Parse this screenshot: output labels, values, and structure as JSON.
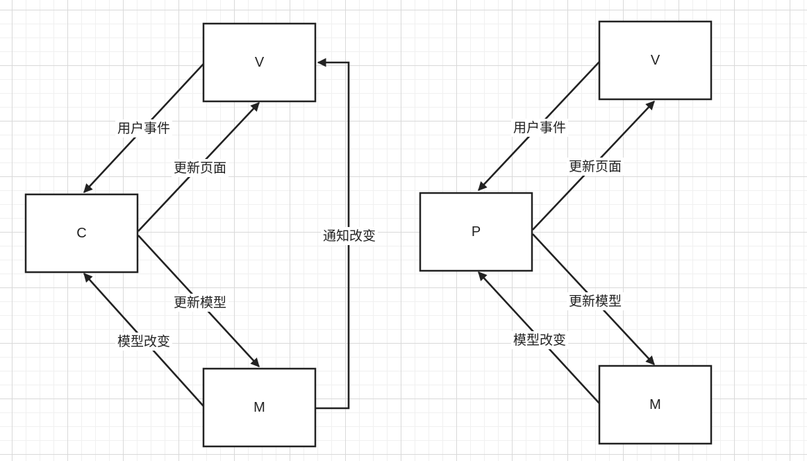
{
  "colors": {
    "stroke": "#222222",
    "grid_major": "#d9d9d9",
    "grid_minor": "#f0f0f0",
    "background": "#ffffff"
  },
  "mvc": {
    "nodes": {
      "view": "V",
      "controller": "C",
      "model": "M"
    },
    "edges": {
      "user_event": "用户事件",
      "update_page": "更新页面",
      "update_model": "更新模型",
      "model_change": "模型改变",
      "notify_change": "通知改变"
    }
  },
  "mvp": {
    "nodes": {
      "view": "V",
      "presenter": "P",
      "model": "M"
    },
    "edges": {
      "user_event": "用户事件",
      "update_page": "更新页面",
      "update_model": "更新模型",
      "model_change": "模型改变"
    }
  }
}
